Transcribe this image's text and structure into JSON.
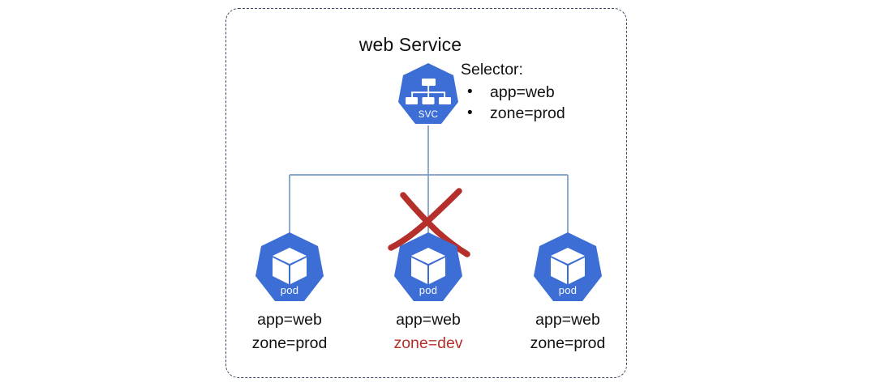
{
  "diagram": {
    "title": "web Service",
    "colors": {
      "node_blue": "#3c6ed5",
      "wire_blue": "#7a9cc6",
      "frame_dash": "#3b4a66",
      "cross_red": "#b5302b",
      "text_black": "#111111"
    },
    "service": {
      "icon_name": "kubernetes-service-heptagon-icon",
      "caption": "SVC",
      "selector_heading": "Selector:",
      "selector_items": [
        {
          "bullet": "•",
          "text": "app=web"
        },
        {
          "bullet": "•",
          "text": "zone=prod"
        }
      ]
    },
    "pods": [
      {
        "id": "pod-left",
        "icon_name": "kubernetes-pod-heptagon-icon",
        "caption": "pod",
        "label_app": "app=web",
        "label_zone": "zone=prod",
        "zone_mismatch": false,
        "excluded": false
      },
      {
        "id": "pod-middle",
        "icon_name": "kubernetes-pod-heptagon-icon",
        "caption": "pod",
        "label_app": "app=web",
        "label_zone": "zone=dev",
        "zone_mismatch": true,
        "excluded": true
      },
      {
        "id": "pod-right",
        "icon_name": "kubernetes-pod-heptagon-icon",
        "caption": "pod",
        "label_app": "app=web",
        "label_zone": "zone=prod",
        "zone_mismatch": false,
        "excluded": false
      }
    ]
  }
}
